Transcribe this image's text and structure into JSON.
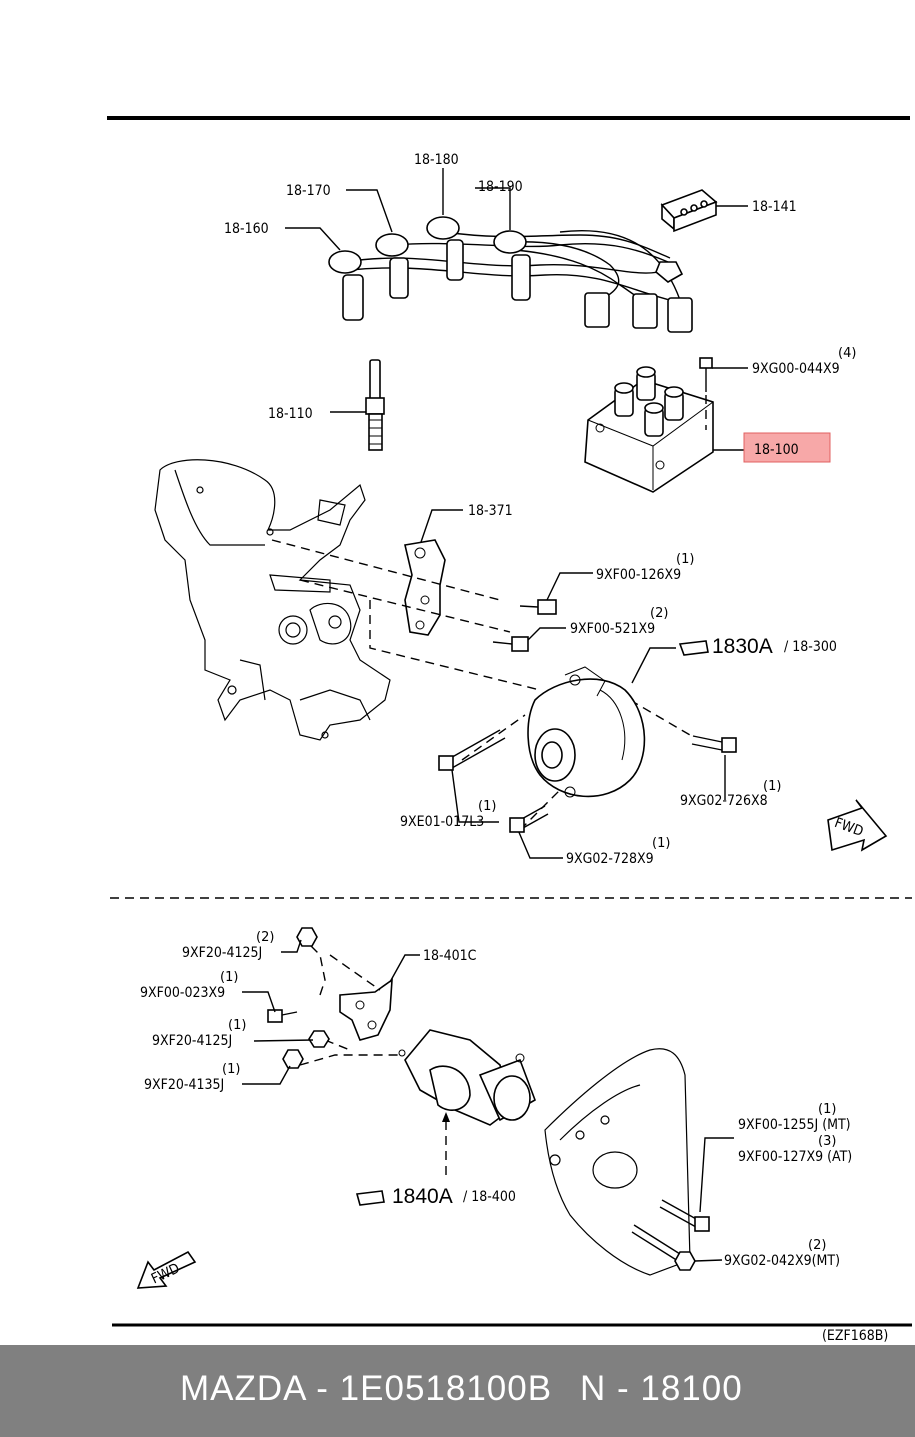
{
  "labels": {
    "wire_a": "18-180",
    "wire_b": "18-170",
    "wire_c": "18-190",
    "wire_d": "18-160",
    "connector": "18-141",
    "spark_plug": "18-110",
    "bolt_coil": "9XG00-044X9",
    "bolt_coil_qty": "(4)",
    "coil": "18-100",
    "bracket": "18-371",
    "bolt_126": "9XF00-126X9",
    "bolt_126_qty": "(1)",
    "bolt_521": "9XF00-521X9",
    "bolt_521_qty": "(2)",
    "alt_ref": "1830A",
    "alt_ref_sub": "/ 18-300",
    "bolt_017": "9XE01-017L3",
    "bolt_017_qty": "(1)",
    "bolt_726": "9XG02-726X8",
    "bolt_726_qty": "(1)",
    "bolt_728": "9XG02-728X9",
    "bolt_728_qty": "(1)",
    "fwd_top": "FWD",
    "nut_4125_top": "9XF20-4125J",
    "nut_4125_top_qty": "(2)",
    "bolt_023": "9XF00-023X9",
    "bolt_023_qty": "(1)",
    "nut_4125_mid": "9XF20-4125J",
    "nut_4125_mid_qty": "(1)",
    "nut_4135": "9XF20-4135J",
    "nut_4135_qty": "(1)",
    "starter_bracket": "18-401C",
    "bolt_1255": "9XF00-1255J (MT)",
    "bolt_1255_qty": "(1)",
    "bolt_127": "9XF00-127X9 (AT)",
    "bolt_127_qty": "(3)",
    "starter_ref": "1840A",
    "starter_ref_sub": "/ 18-400",
    "bolt_042": "9XG02-042X9(MT)",
    "bolt_042_qty": "(2)",
    "fwd_bottom": "FWD",
    "ref_code": "(EZF168B)"
  },
  "footer": {
    "part_number": "MAZDA - 1E0518100B",
    "oem_code": "N - 18100"
  },
  "colors": {
    "highlight": "#f7a8a8",
    "highlight_border": "#e06060",
    "footer_bg": "#808080",
    "footer_text": "#ffffff"
  }
}
